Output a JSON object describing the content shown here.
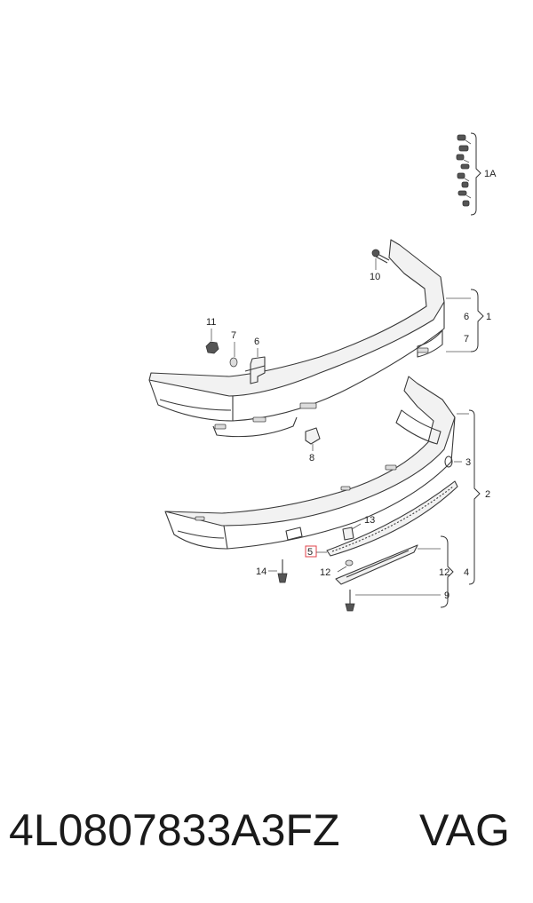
{
  "callouts": {
    "c1": "1",
    "c1A": "1A",
    "c2": "2",
    "c3": "3",
    "c4": "4",
    "c5": "5",
    "c6_top": "6",
    "c6_mid": "6",
    "c7_top": "7",
    "c7_mid": "7",
    "c8": "8",
    "c9": "9",
    "c10": "10",
    "c11": "11",
    "c12_left": "12",
    "c12_right": "12",
    "c13": "13",
    "c14": "14"
  },
  "footer": {
    "part_number": "4L0807833A3FZ",
    "brand": "VAG"
  },
  "colors": {
    "highlight": "#e0404a",
    "line": "#3a3a3a"
  }
}
